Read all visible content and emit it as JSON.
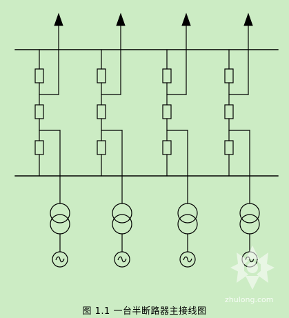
{
  "caption": "图 1.1 一台半断路器主接线图",
  "watermark": {
    "text": "zhulong.com",
    "type": "logo"
  },
  "diagram": {
    "type": "one-and-a-half breaker main wiring",
    "busbars": 2,
    "strings": 4,
    "breakers_per_string": 3,
    "feeder_lines_per_string": 1,
    "transformers_per_string": 1,
    "generators_per_string": 1
  },
  "colors": {
    "background": "#ccecc4",
    "line": "#000000",
    "watermark": "#ffffff"
  },
  "icons": {
    "breaker": "breaker-rectangle",
    "feeder": "arrow-up-icon",
    "transformer": "two-winding-transformer-icon",
    "generator": "generator-tilde-icon"
  }
}
